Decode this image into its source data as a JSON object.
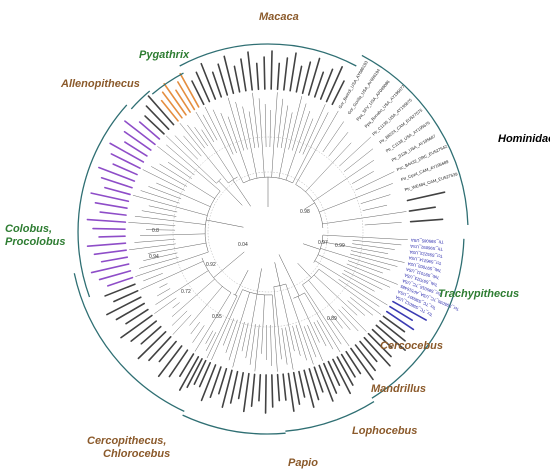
{
  "diagram": {
    "type": "circular-phylogenetic-tree",
    "colors": {
      "branch": "#555555",
      "arc": "#2f6f73",
      "label_brown": "#8b5a2b",
      "label_green": "#2e7d32",
      "label_black": "#000000",
      "tip_default": "#222222",
      "tip_orange": "#e07b1f",
      "tip_purple": "#7b2fbf",
      "tip_blue": "#1a1aa6"
    },
    "clades": [
      {
        "id": "macaca",
        "text": "Macaca",
        "color": "brown"
      },
      {
        "id": "pygathrix",
        "text": "Pygathrix",
        "color": "green"
      },
      {
        "id": "allenopithecus",
        "text": "Allenopithecus",
        "color": "brown"
      },
      {
        "id": "hominidae",
        "text": "Hominidae",
        "color": "black"
      },
      {
        "id": "colobus",
        "line1": "Colobus,",
        "line2": "Procolobus",
        "color": "green"
      },
      {
        "id": "trachypithecus",
        "text": "Trachypithecus",
        "color": "green"
      },
      {
        "id": "cercocebus",
        "text": "Cercocebus",
        "color": "brown"
      },
      {
        "id": "mandrillus",
        "text": "Mandrillus",
        "color": "brown"
      },
      {
        "id": "lophocebus",
        "text": "Lophocebus",
        "color": "brown"
      },
      {
        "id": "papio",
        "text": "Papio",
        "color": "brown"
      },
      {
        "id": "cercopithecus",
        "line1": "Cercopithecus,",
        "line2": "Chlorocebus",
        "color": "brown"
      }
    ],
    "support_values": [
      "0.04",
      "0.98",
      "0.97",
      "0.92",
      "0.72",
      "0.99",
      "0.8",
      "0.94",
      "0.55",
      "0.89"
    ],
    "tips_hominidae": [
      "Gor_Bwindi_USA_AY686193",
      "Gor_Gorilla_USA_AY686194",
      "Ppa_SFV_USA_AF049086",
      "Ppa_Bonobo_USA_AY195677",
      "Ptr_C1136_USA_AY195675",
      "Ptr_B8224_CAM_EU527575",
      "Ptr_C1138_USA_AY195676",
      "Ptr_S126_USA_AY195687",
      "Psc_BA432_DRC_EU527542",
      "Ptr_Cpz4_CAM_AY195689",
      "Ptr_WE484_CAM_EU527539"
    ],
    "tips_trachy": [
      "Tfr_S95085_USA",
      "Tfr_S96092_USA",
      "Tcr_S95223_USA",
      "Tcr_S96214_USA",
      "Tob_S97003_USA",
      "Tob_S97011_USA",
      "Tob_S97023_USA",
      "Tcr_S95016_TC_USA",
      "Tcr_S95035_TC_USA_AF516485",
      "Tcr_TC_S96007_USA",
      "Tcr_TC_S96012_USA"
    ]
  }
}
